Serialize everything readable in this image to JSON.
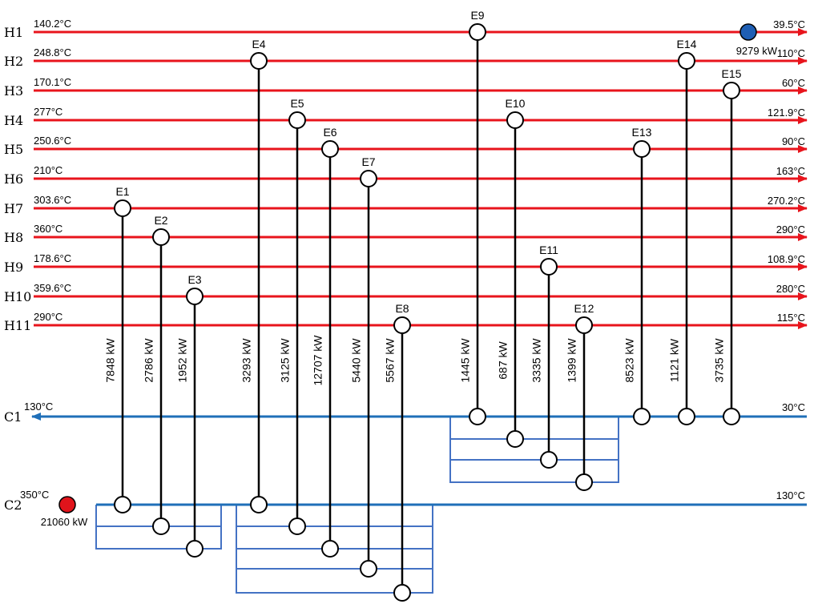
{
  "hot_streams": [
    {
      "name": "H1",
      "t_in": "140.2°C",
      "t_out": "39.5°C"
    },
    {
      "name": "H2",
      "t_in": "248.8°C",
      "t_out": "110°C"
    },
    {
      "name": "H3",
      "t_in": "170.1°C",
      "t_out": "60°C"
    },
    {
      "name": "H4",
      "t_in": "277°C",
      "t_out": "121.9°C"
    },
    {
      "name": "H5",
      "t_in": "250.6°C",
      "t_out": "90°C"
    },
    {
      "name": "H6",
      "t_in": "210°C",
      "t_out": "163°C"
    },
    {
      "name": "H7",
      "t_in": "303.6°C",
      "t_out": "270.2°C"
    },
    {
      "name": "H8",
      "t_in": "360°C",
      "t_out": "290°C"
    },
    {
      "name": "H9",
      "t_in": "178.6°C",
      "t_out": "108.9°C"
    },
    {
      "name": "H10",
      "t_in": "359.6°C",
      "t_out": "280°C"
    },
    {
      "name": "H11",
      "t_in": "290°C",
      "t_out": "115°C"
    }
  ],
  "cold_streams": [
    {
      "name": "C1",
      "t_in": "30°C",
      "t_out": "130°C"
    },
    {
      "name": "C2",
      "t_in": "130°C",
      "t_out": "350°C"
    }
  ],
  "exchangers": [
    {
      "label": "E1",
      "hot": "H7",
      "cold": "C2",
      "duty": "7848 kW"
    },
    {
      "label": "E2",
      "hot": "H8",
      "cold": "C2",
      "duty": "2786 kW"
    },
    {
      "label": "E3",
      "hot": "H10",
      "cold": "C2",
      "duty": "1952 kW"
    },
    {
      "label": "E4",
      "hot": "H2",
      "cold": "C2",
      "duty": "3293 kW"
    },
    {
      "label": "E5",
      "hot": "H4",
      "cold": "C2",
      "duty": "3125 kW"
    },
    {
      "label": "E6",
      "hot": "H5",
      "cold": "C2",
      "duty": "12707 kW"
    },
    {
      "label": "E7",
      "hot": "H6",
      "cold": "C2",
      "duty": "5440 kW"
    },
    {
      "label": "E8",
      "hot": "H11",
      "cold": "C2",
      "duty": "5567 kW"
    },
    {
      "label": "E9",
      "hot": "H1",
      "cold": "C1",
      "duty": "1445 kW"
    },
    {
      "label": "E10",
      "hot": "H4",
      "cold": "C1",
      "duty": "687 kW"
    },
    {
      "label": "E11",
      "hot": "H9",
      "cold": "C1",
      "duty": "3335 kW"
    },
    {
      "label": "E12",
      "hot": "H11",
      "cold": "C1",
      "duty": "1399 kW"
    },
    {
      "label": "E13",
      "hot": "H5",
      "cold": "C1",
      "duty": "8523 kW"
    },
    {
      "label": "E14",
      "hot": "H2",
      "cold": "C1",
      "duty": "1121 kW"
    },
    {
      "label": "E15",
      "hot": "H3",
      "cold": "C1",
      "duty": "3735 kW"
    }
  ],
  "utilities": {
    "cooler": {
      "stream": "H1",
      "duty": "9279 kW",
      "color": "#1f5fb4"
    },
    "heater": {
      "stream": "C2",
      "duty": "21060 kW",
      "color": "#e0141b"
    }
  },
  "colors": {
    "hot": "#e8141c",
    "cold": "#1f6fb8",
    "split": "#4472c4",
    "link": "#000000"
  }
}
